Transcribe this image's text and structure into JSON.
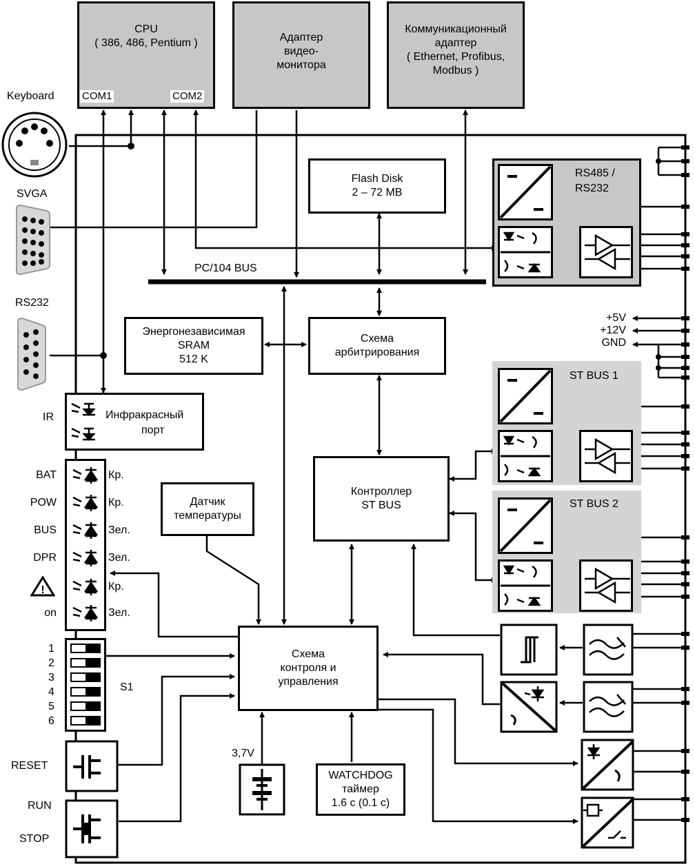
{
  "top_modules": {
    "cpu": {
      "line1": "CPU",
      "line2": "( 386, 486, Pentium )",
      "com1": "COM1",
      "com2": "COM2"
    },
    "video_adapter": {
      "line1": "Адаптер",
      "line2": "видео-",
      "line3": "монитора"
    },
    "comm_adapter": {
      "line1": "Коммуникационный",
      "line2": "адаптер",
      "line3": "( Ethernet, Profibus,",
      "line4": "Modbus )"
    }
  },
  "connectors": {
    "keyboard": "Keyboard",
    "svga": "SVGA",
    "rs232": "RS232"
  },
  "bus_label": "PC/104 BUS",
  "blocks": {
    "flash": {
      "line1": "Flash Disk",
      "line2": "2 – 72 MB"
    },
    "sram": {
      "line1": "Энергонезависимая",
      "line2": "SRAM",
      "line3": "512 K"
    },
    "arbiter": {
      "line1": "Схема",
      "line2": "арбитрирования"
    },
    "controller": {
      "line1": "Контроллер",
      "line2": "ST BUS"
    },
    "temp_sensor": {
      "line1": "Датчик",
      "line2": "температуры"
    },
    "control": {
      "line1": "Схема",
      "line2": "контроля и",
      "line3": "управления"
    },
    "watchdog": {
      "line1": "WATCHDOG",
      "line2": "таймер",
      "line3": "1.6 с  (0.1 с)"
    },
    "ir_port": {
      "line1": "Инфракрасный",
      "line2": "порт"
    }
  },
  "serial_groups": {
    "rs485": {
      "line1": "RS485 /",
      "line2": "RS232"
    },
    "stbus1": "ST BUS 1",
    "stbus2": "ST BUS 2"
  },
  "power_labels": [
    "+5V",
    "+12V",
    "GND"
  ],
  "ir_label": "IR",
  "leds": [
    {
      "name": "BAT",
      "color": "Кр."
    },
    {
      "name": "POW",
      "color": "Кр."
    },
    {
      "name": "BUS",
      "color": "Зел."
    },
    {
      "name": "DPR",
      "color": "Зел."
    },
    {
      "name": "",
      "color": "Кр."
    },
    {
      "name": "on",
      "color": "Зел."
    }
  ],
  "switch_numbers": [
    "1",
    "2",
    "3",
    "4",
    "5",
    "6"
  ],
  "switch_label": "S1",
  "reset_label": "RESET",
  "run_label": "RUN",
  "stop_label": "STOP",
  "battery_label": "3,7V",
  "icons": [
    "keyboard-din-icon",
    "db15-connector-icon",
    "db9-connector-icon",
    "dc-converter-icon",
    "optocoupler-icon",
    "line-driver-icon",
    "led-icon",
    "warning-triangle-icon",
    "dip-switch-icon",
    "push-button-icon",
    "battery-icon",
    "schmitt-trigger-icon",
    "filter-icon",
    "relay-icon"
  ]
}
